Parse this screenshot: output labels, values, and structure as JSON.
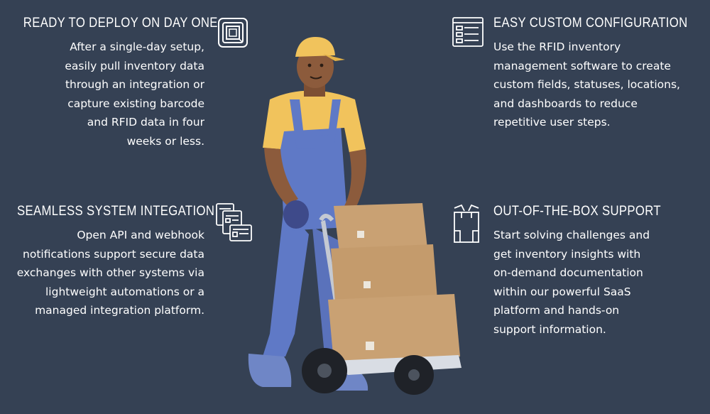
{
  "features": {
    "ready": {
      "title": "READY TO DEPLOY ON DAY ONE",
      "lines": [
        "After a single-day setup,",
        "easily pull inventory data",
        "through an integration or",
        "capture existing barcode",
        "and RFID data in four",
        "weeks or less."
      ]
    },
    "custom": {
      "title": "EASY CUSTOM CONFIGURATION",
      "lines": [
        "Use the RFID inventory",
        "management software to create",
        "custom fields, statuses, locations,",
        "and dashboards to reduce",
        "repetitive user steps."
      ]
    },
    "integration": {
      "title": "SEAMLESS SYSTEM INTEGATION",
      "lines": [
        "Open API and webhook",
        "notifications support secure data",
        "exchanges with other systems via",
        "lightweight automations or a",
        "managed integration platform."
      ]
    },
    "support": {
      "title": "OUT-OF-THE-BOX SUPPORT",
      "lines": [
        "Start solving challenges and",
        "get inventory insights with",
        "on-demand documentation",
        "within our powerful SaaS",
        "platform and hands-on",
        "support information."
      ]
    }
  },
  "icons": {
    "ready": "rfid-chip-icon",
    "custom": "configuration-form-icon",
    "integration": "integrated-systems-icon",
    "support": "open-box-icon"
  },
  "colors": {
    "background": "#354154",
    "text": "#ffffff",
    "box": "#c9a173",
    "shirt": "#f1c35c",
    "overalls": "#5f79c6",
    "skin": "#8c5b3c"
  }
}
